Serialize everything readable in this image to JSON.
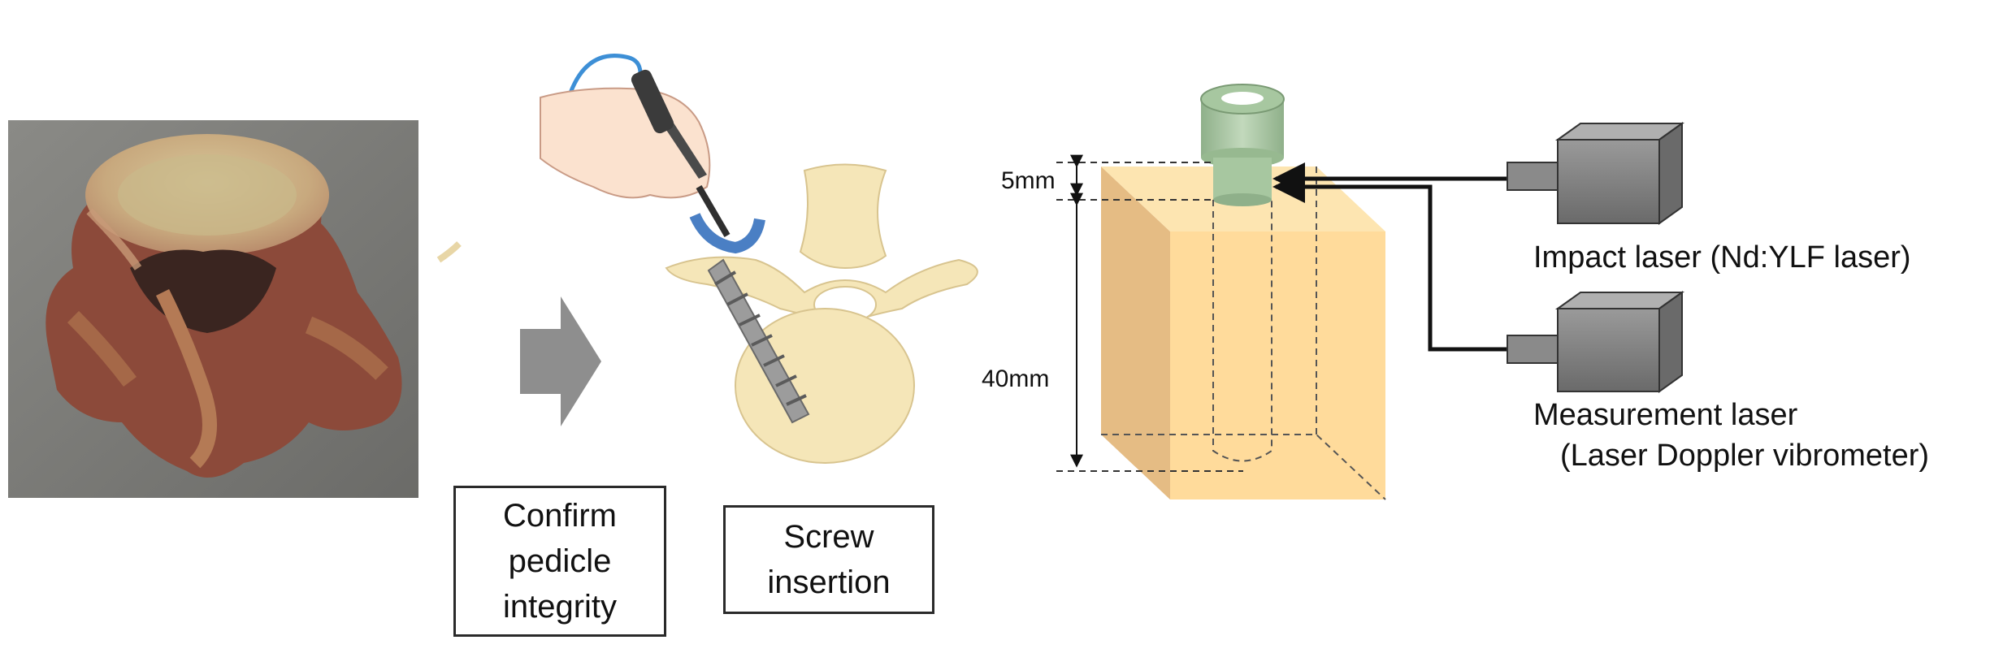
{
  "workflow": {
    "step1_label": "Confirm\npedicle\nintegrity",
    "step2_label": "Screw\ninsertion"
  },
  "setup": {
    "dim_top": "5mm",
    "dim_main": "40mm",
    "impact_laser_label": "Impact laser (Nd:YLF laser)",
    "measurement_laser_label": "Measurement laser",
    "measurement_laser_sublabel": "(Laser Doppler vibrometer)"
  },
  "colors": {
    "block_front": "#ffd58a",
    "block_side": "#e0b06e",
    "screw_head": "#a7c7a0",
    "laser_box": "#7a7a7a",
    "arrow": "#8e8e8e",
    "bone": "#f5e6b8"
  }
}
